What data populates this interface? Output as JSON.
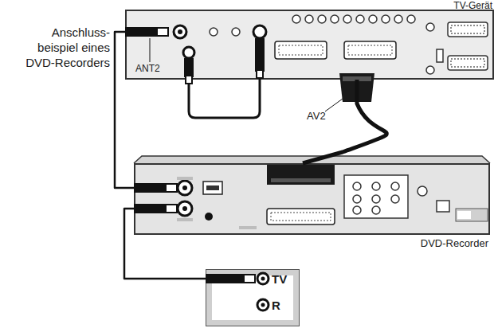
{
  "diagram": {
    "nodes": [
      {
        "text": [
          "TV-Gerät"
        ]
      },
      {
        "text": [
          "DVD-Recorder"
        ]
      },
      {
        "text": [
          "TV",
          "R"
        ]
      }
    ],
    "edges": [
      {
        "from": 2,
        "to": 1,
        "arrow": "none"
      },
      {
        "from": 1,
        "to": 0,
        "arrow": "none"
      },
      {
        "from": 0,
        "to": 1,
        "label": "AV2",
        "arrow": "none"
      }
    ],
    "labels": [
      "Anschluss- beispiel eines DVD-Recorders",
      "ANT2"
    ]
  }
}
